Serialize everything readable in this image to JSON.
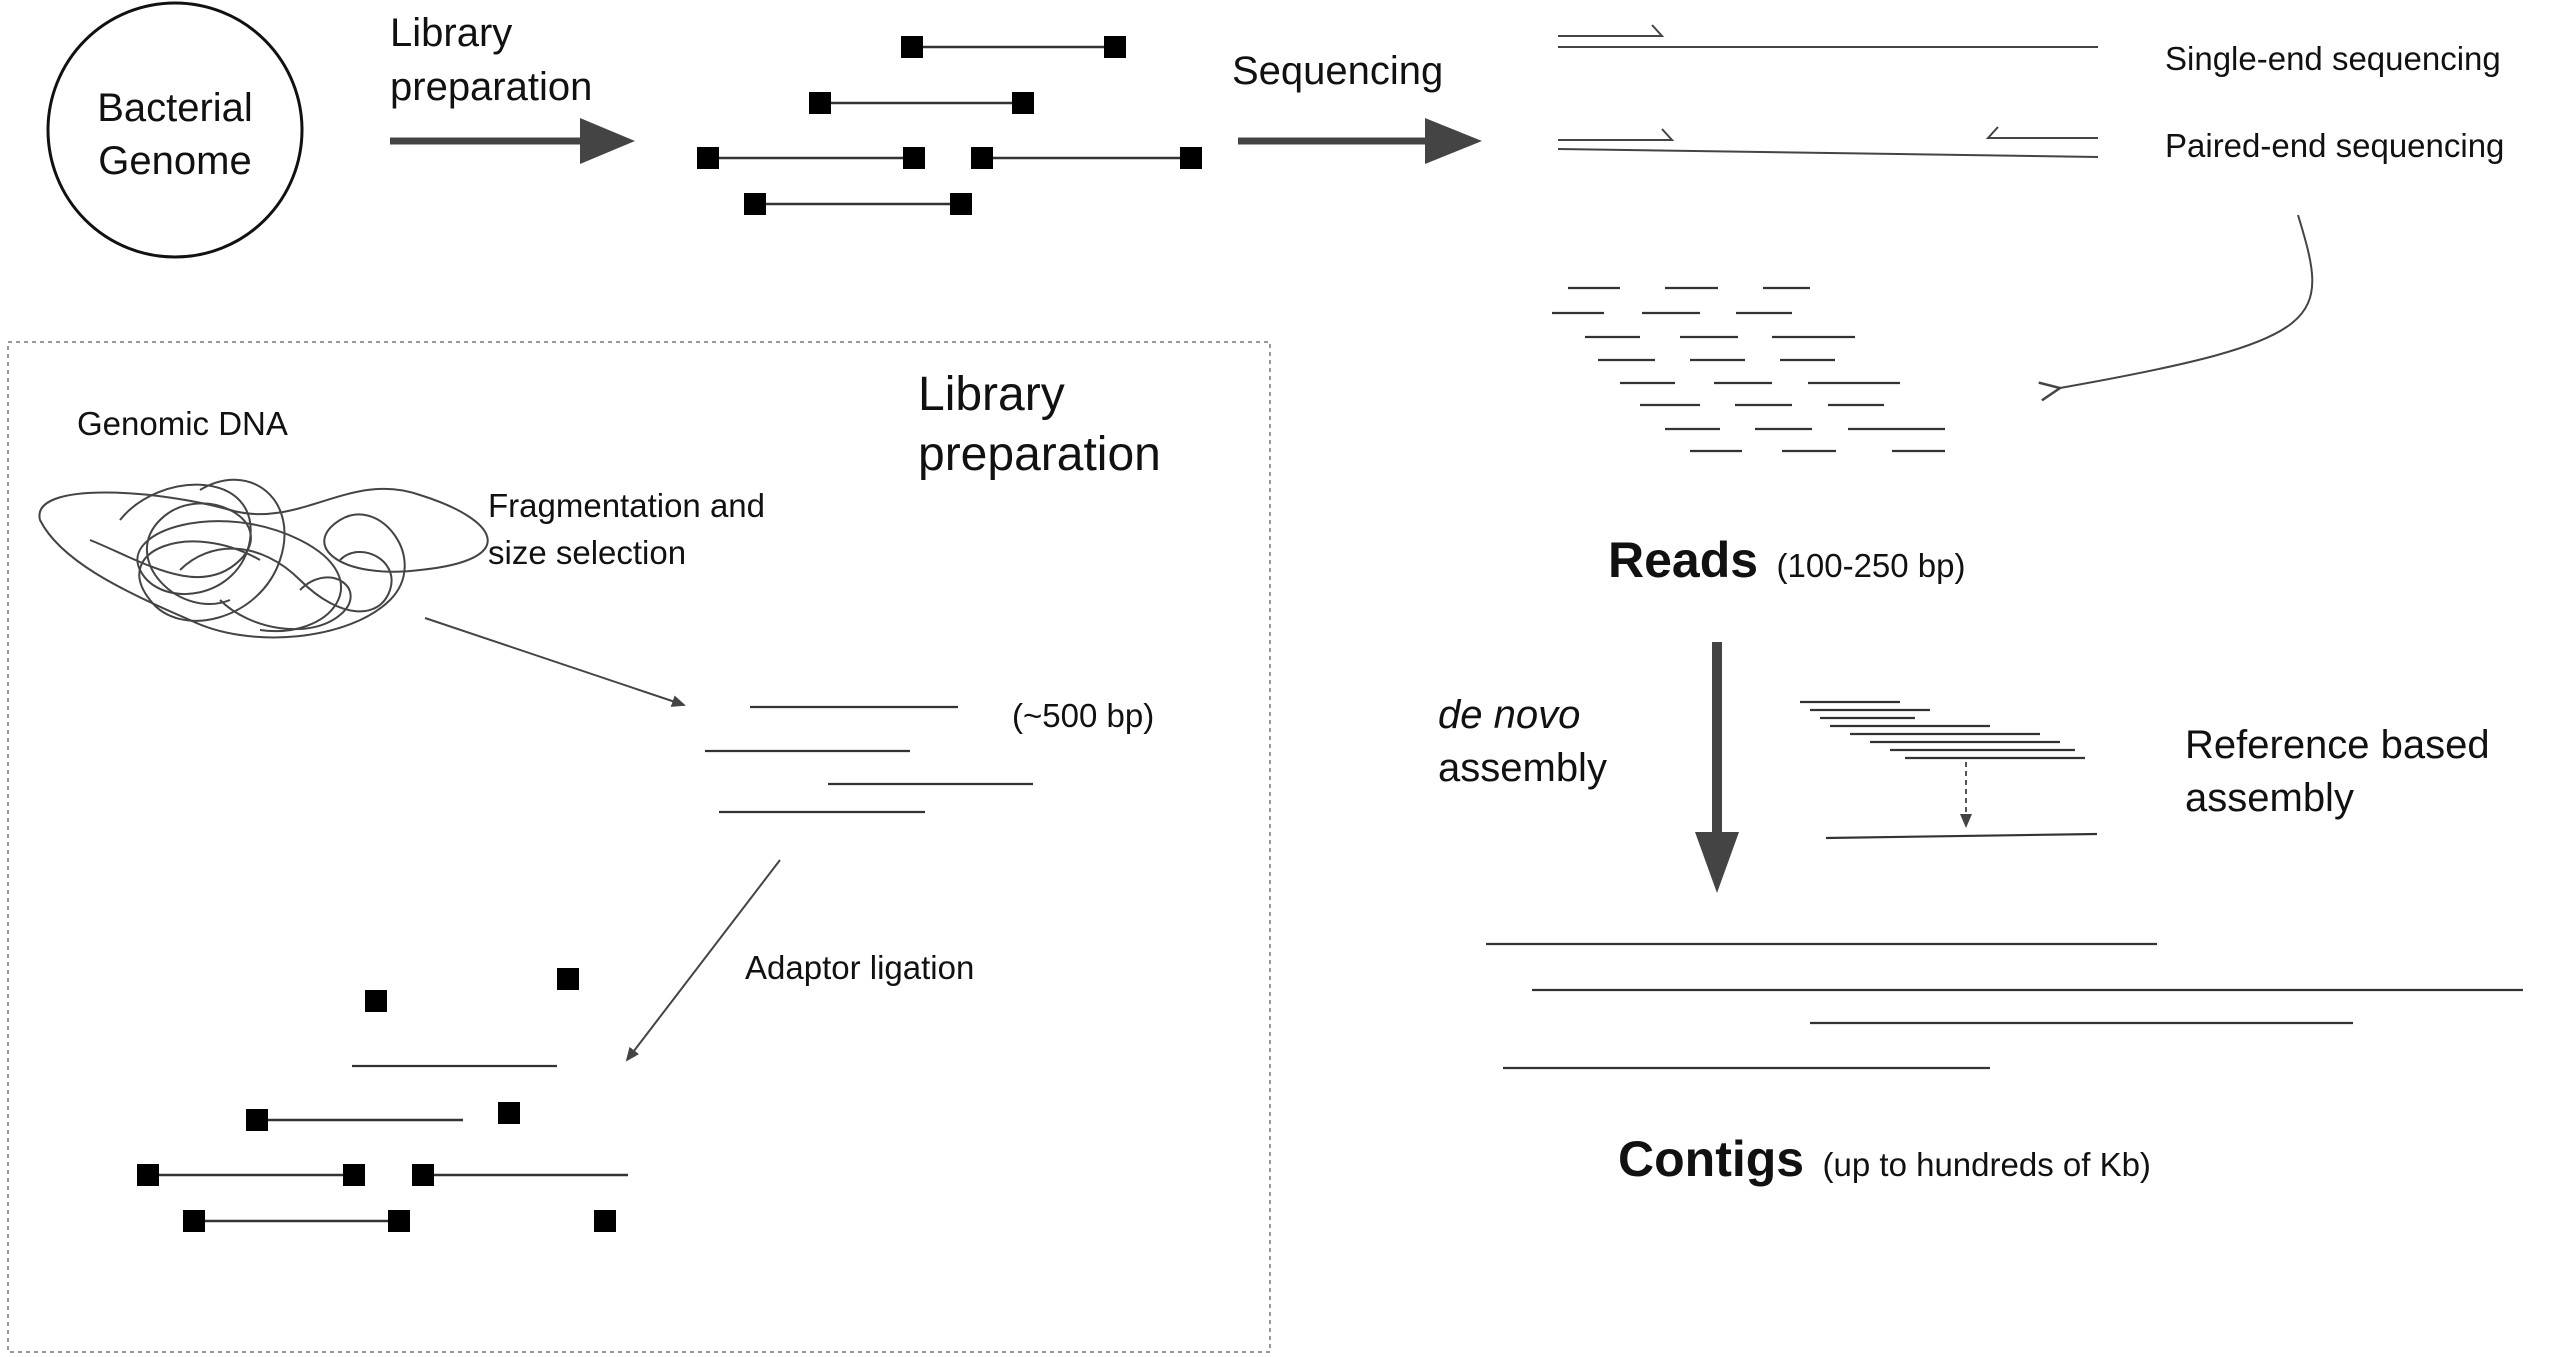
{
  "genome_label": [
    "Bacterial",
    "Genome"
  ],
  "library_prep_arrow_label": [
    "Library",
    "preparation"
  ],
  "sequencing_arrow_label": "Sequencing",
  "single_end_label": "Single-end sequencing",
  "paired_end_label": "Paired-end sequencing",
  "reads": {
    "title": "Reads",
    "size": "(100-250 bp)"
  },
  "de_novo": {
    "italic": "de novo",
    "rest": "assembly"
  },
  "reference_assembly_label": [
    "Reference based",
    "assembly"
  ],
  "contigs": {
    "title": "Contigs",
    "size": "(up to hundreds of Kb)"
  },
  "inset": {
    "title": [
      "Library",
      "preparation"
    ],
    "genomic_dna_label": "Genomic DNA",
    "fragmentation_label": [
      "Fragmentation and",
      "size selection"
    ],
    "fragment_size_label": "(~500 bp)",
    "adaptor_ligation_label": "Adaptor ligation"
  }
}
